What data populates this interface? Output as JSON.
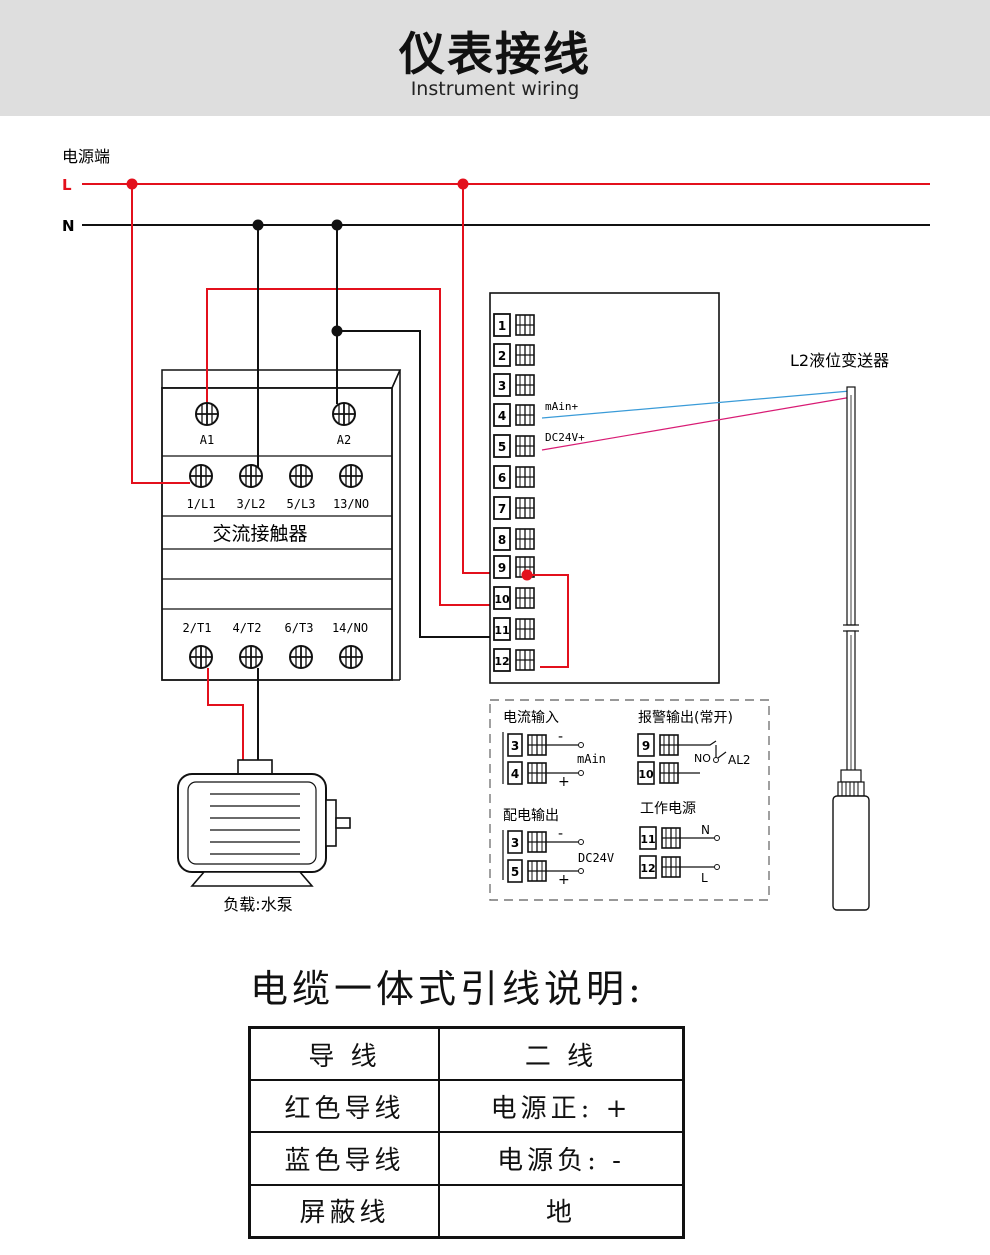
{
  "header": {
    "title": "仪表接线",
    "subtitle": "Instrument wiring"
  },
  "power": {
    "label": "电源端",
    "line_l": "L",
    "line_n": "N"
  },
  "contactor": {
    "name": "交流接触器",
    "coil_terminals": [
      "A1",
      "A2"
    ],
    "top_terminals": [
      "1/L1",
      "3/L2",
      "5/L3",
      "13/NO"
    ],
    "bottom_terminals": [
      "2/T1",
      "4/T2",
      "6/T3",
      "14/NO"
    ]
  },
  "load": {
    "label": "负载:水泵"
  },
  "meter": {
    "terminals": [
      "1",
      "2",
      "3",
      "4",
      "5",
      "6",
      "7",
      "8",
      "9",
      "10",
      "11",
      "12"
    ],
    "label_4": "mAin+",
    "label_5": "DC24V+"
  },
  "transmitter": {
    "label": "L2液位变送器"
  },
  "legend": {
    "current_input": {
      "title": "电流输入",
      "t1": "3",
      "t2": "4",
      "minus": "-",
      "plus": "+",
      "signal": "mAin"
    },
    "alarm_output": {
      "title": "报警输出(常开)",
      "t1": "9",
      "t2": "10",
      "no": "NO",
      "al": "AL2"
    },
    "power_output": {
      "title": "配电输出",
      "t1": "3",
      "t2": "5",
      "minus": "-",
      "plus": "+",
      "signal": "DC24V"
    },
    "work_power": {
      "title": "工作电源",
      "t1": "11",
      "t2": "12",
      "n": "N",
      "l": "L"
    }
  },
  "cable": {
    "title": "电缆一体式引线说明:",
    "headers": [
      "导 线",
      "二 线"
    ],
    "rows": [
      [
        "红色导线",
        "电源正: +"
      ],
      [
        "蓝色导线",
        "电源负: -"
      ],
      [
        "屏蔽线",
        "地"
      ]
    ]
  },
  "colors": {
    "live": "#e3101c",
    "neutral": "#111111",
    "signal_blue": "#3a9bd8",
    "signal_pink": "#d81b74",
    "header_bg": "#dedede"
  }
}
